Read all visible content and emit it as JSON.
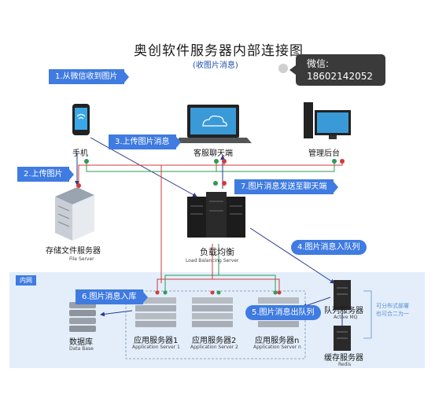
{
  "title": "奥创软件服务器内部连接图",
  "subtitle": "(收图片消息)",
  "wechat": {
    "line1": "微信:",
    "line2": "18602142052"
  },
  "zone_tag": "内网",
  "steps": {
    "s1": "1.从微信收到图片",
    "s2": "2.上传图片",
    "s3": "3.上传图片消息",
    "s4": "4.图片消息入队列",
    "s5": "5.图片消息出队列",
    "s6": "6.图片消息入库",
    "s7": "7.图片消息发送至聊天端"
  },
  "nodes": {
    "phone": "手机",
    "chat": "客服聊天端",
    "admin": "管理后台",
    "file_server": "存储文件服务器",
    "file_server_en": "File Server",
    "lb": "负载均衡",
    "lb_en": "Load Balancing Server",
    "db": "数据库",
    "db_en": "Data Base",
    "app1": "应用服务器1",
    "app1_en": "Application Server 1",
    "app2": "应用服务器2",
    "app2_en": "Application Server 2",
    "appn": "应用服务器n",
    "appn_en": "Application Server n",
    "mq": "队列服务器",
    "mq_en": "Active MQ",
    "redis": "缓存服务器",
    "redis_en": "Redis"
  },
  "side_note": {
    "line1": "可分布式部署",
    "line2": "也可合二为一"
  },
  "colors": {
    "accent": "#3f7be0",
    "red": "#d23b3b",
    "green": "#2f9a55",
    "navy": "#2b3a8c"
  }
}
